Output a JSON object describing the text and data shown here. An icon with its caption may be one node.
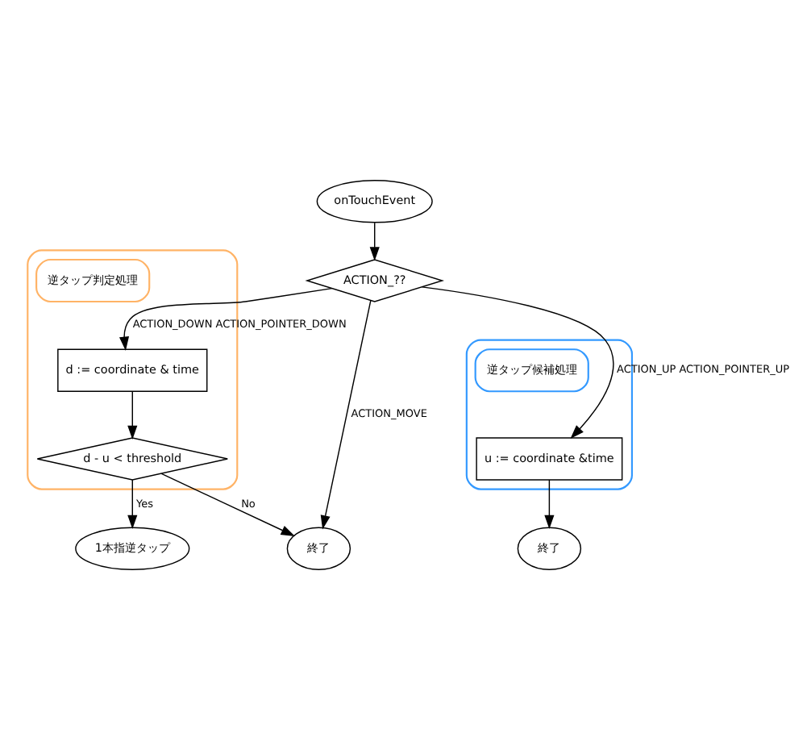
{
  "diagram": {
    "nodes": [
      {
        "text": [
          "onTouchEvent"
        ]
      },
      {
        "text": [
          "ACTION_??"
        ]
      },
      {
        "text": [],
        "shape": "box"
      },
      {
        "text": [
          "逆タップ候補処理"
        ],
        "in": 2
      },
      {
        "text": [
          "u := coordinate &time"
        ],
        "in": 2
      },
      {
        "text": [],
        "shape": "box"
      },
      {
        "text": [
          "逆タップ判定処理"
        ],
        "in": 5
      },
      {
        "text": [
          "d := coordinate & time"
        ],
        "in": 5
      },
      {
        "text": [
          "d - u < threshold"
        ],
        "in": 5
      },
      {
        "text": [
          "終了"
        ]
      },
      {
        "text": [
          "1本指逆タップ"
        ]
      },
      {
        "text": [
          "終了"
        ]
      }
    ],
    "edges": [
      {
        "from": 0,
        "to": 1,
        "arrow": "to"
      },
      {
        "from": 1,
        "to": 4,
        "arrow": "to",
        "label": "ACTION_UP ACTION_POINTER_UP"
      },
      {
        "from": 1,
        "to": 11,
        "arrow": "to",
        "label": "ACTION_MOVE"
      },
      {
        "from": 1,
        "to": 7,
        "arrow": "to",
        "label": "ACTION_DOWN ACTION_POINTER_DOWN"
      },
      {
        "from": 7,
        "to": 8,
        "arrow": "to"
      },
      {
        "from": 8,
        "to": 10,
        "arrow": "to",
        "label": "Yes"
      },
      {
        "from": 8,
        "to": 11,
        "arrow": "to",
        "label": "No"
      },
      {
        "from": 4,
        "to": 9,
        "arrow": "to"
      }
    ]
  }
}
